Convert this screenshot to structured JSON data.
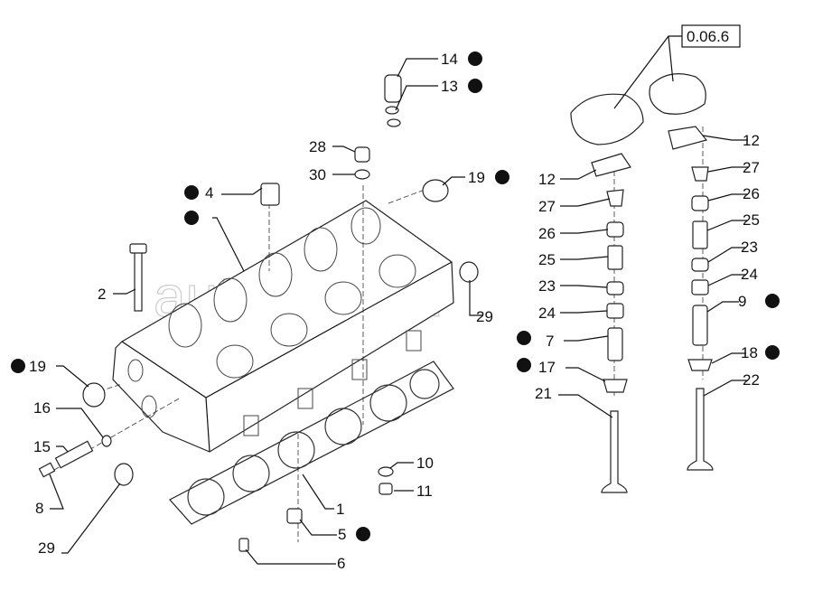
{
  "diagram": {
    "reference_box": "0.06.6",
    "watermark": "autopiter.ru",
    "labels": {
      "l14": "14",
      "l13": "13",
      "l28": "28",
      "l30": "30",
      "l19a": "19",
      "l4": "4",
      "l2": "2",
      "l29a": "29",
      "l19b": "19",
      "l16": "16",
      "l15": "15",
      "l8": "8",
      "l29b": "29",
      "l1": "1",
      "l5": "5",
      "l6": "6",
      "l10": "10",
      "l11": "11",
      "a12": "12",
      "a27": "27",
      "a26": "26",
      "a25": "25",
      "a23": "23",
      "a24": "24",
      "a7": "7",
      "a17": "17",
      "a21": "21",
      "b12": "12",
      "b27": "27",
      "b26": "26",
      "b25": "25",
      "b23": "23",
      "b24": "24",
      "b9": "9",
      "b18": "18",
      "b22": "22"
    }
  }
}
